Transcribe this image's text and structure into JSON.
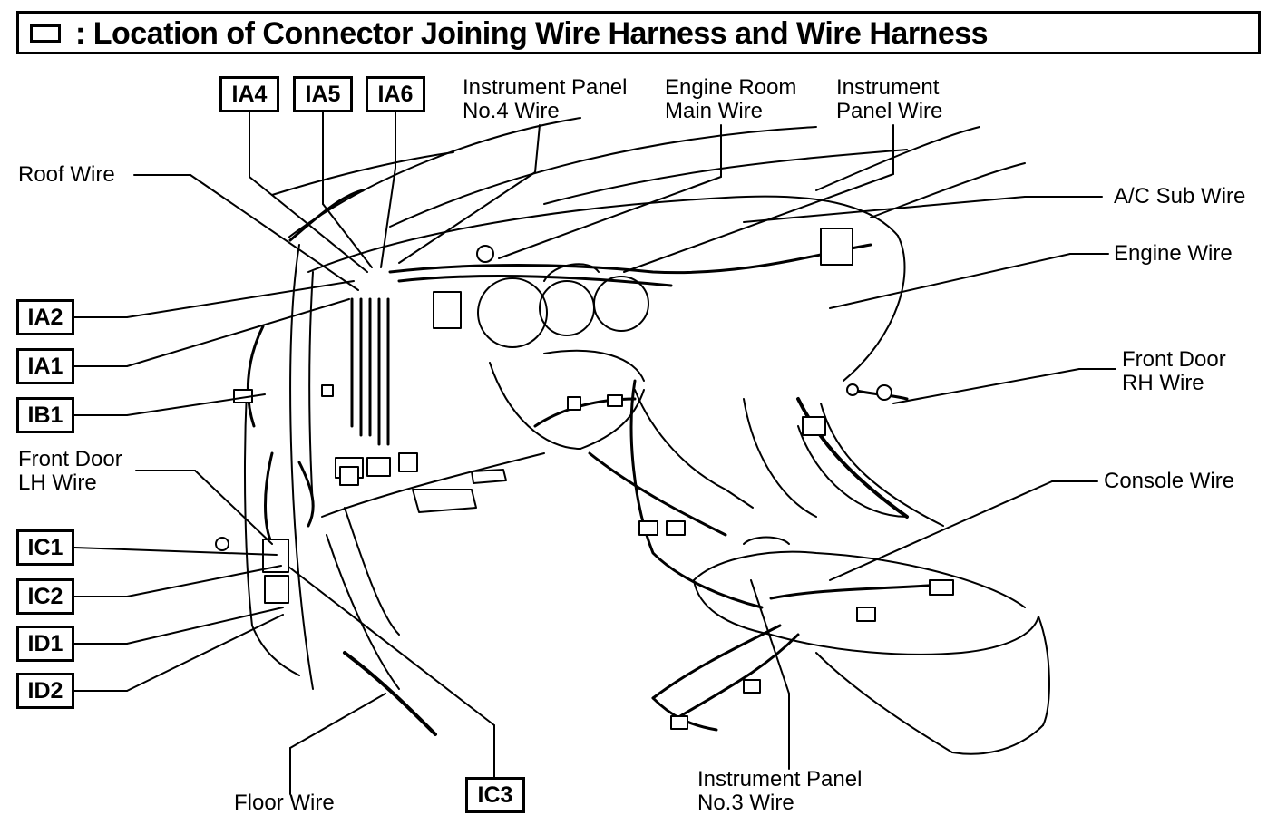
{
  "title": {
    "icon": "connector-box-icon",
    "text": ": Location of Connector Joining Wire Harness and Wire Harness"
  },
  "connectors": {
    "IA4": "IA4",
    "IA5": "IA5",
    "IA6": "IA6",
    "IA2": "IA2",
    "IA1": "IA1",
    "IB1": "IB1",
    "IC1": "IC1",
    "IC2": "IC2",
    "ID1": "ID1",
    "ID2": "ID2",
    "IC3": "IC3"
  },
  "wires": {
    "roof": "Roof Wire",
    "ip4_line1": "Instrument Panel",
    "ip4_line2": "No.4 Wire",
    "engine_room_line1": "Engine Room",
    "engine_room_line2": "Main Wire",
    "ip_line1": "Instrument",
    "ip_line2": "Panel Wire",
    "ac_sub": "A/C Sub Wire",
    "engine": "Engine Wire",
    "front_door_rh_line1": "Front Door",
    "front_door_rh_line2": "RH Wire",
    "front_door_lh_line1": "Front Door",
    "front_door_lh_line2": "LH Wire",
    "console": "Console Wire",
    "floor": "Floor Wire",
    "ip3_line1": "Instrument Panel",
    "ip3_line2": "No.3 Wire"
  }
}
